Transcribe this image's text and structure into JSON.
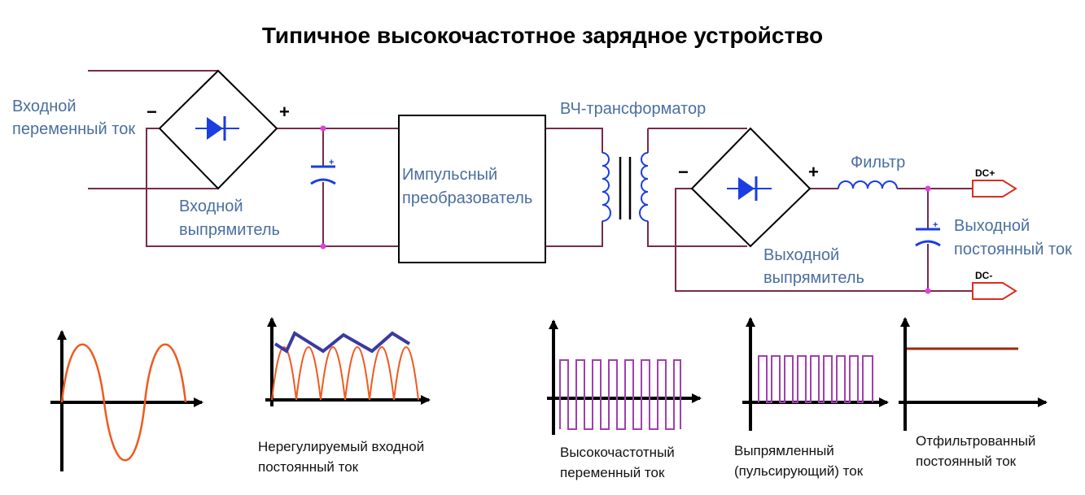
{
  "title": "Типичное высокочастотное зарядное устройство",
  "labels": {
    "ac_input_1": "Входной",
    "ac_input_2": "переменный ток",
    "input_rect_1": "Входной",
    "input_rect_2": "выпрямитель",
    "converter_1": "Импульсный",
    "converter_2": "преобразователь",
    "hf_transformer": "ВЧ-трансформатор",
    "filter": "Фильтр",
    "output_rect_1": "Выходной",
    "output_rect_2": "выпрямитель",
    "dc_output_1": "Выходной",
    "dc_output_2": "постоянный ток",
    "dc_plus": "DC+",
    "dc_minus": "DC-",
    "minus": "−",
    "plus": "+",
    "cap_plus": "+"
  },
  "waveforms": {
    "w2_1": "Нерегулируемый входной",
    "w2_2": "постоянный ток",
    "w3_1": "Высокочастотный",
    "w3_2": "переменный ток",
    "w4_1": "Выпрямленный",
    "w4_2": "(пульсирующий) ток",
    "w5_1": "Отфильтрованный",
    "w5_2": "постоянный ток"
  },
  "colors": {
    "wire": "#7a2a4a",
    "diode": "#1a3ee0",
    "node": "#e040e0",
    "connector": "#d83020",
    "label_blue": "#4a6fa0",
    "wave_red": "#ee5a20",
    "wave_blue": "#3a3aa0",
    "wave_purple": "#a040b0",
    "wave_dc": "#9a2a10"
  }
}
